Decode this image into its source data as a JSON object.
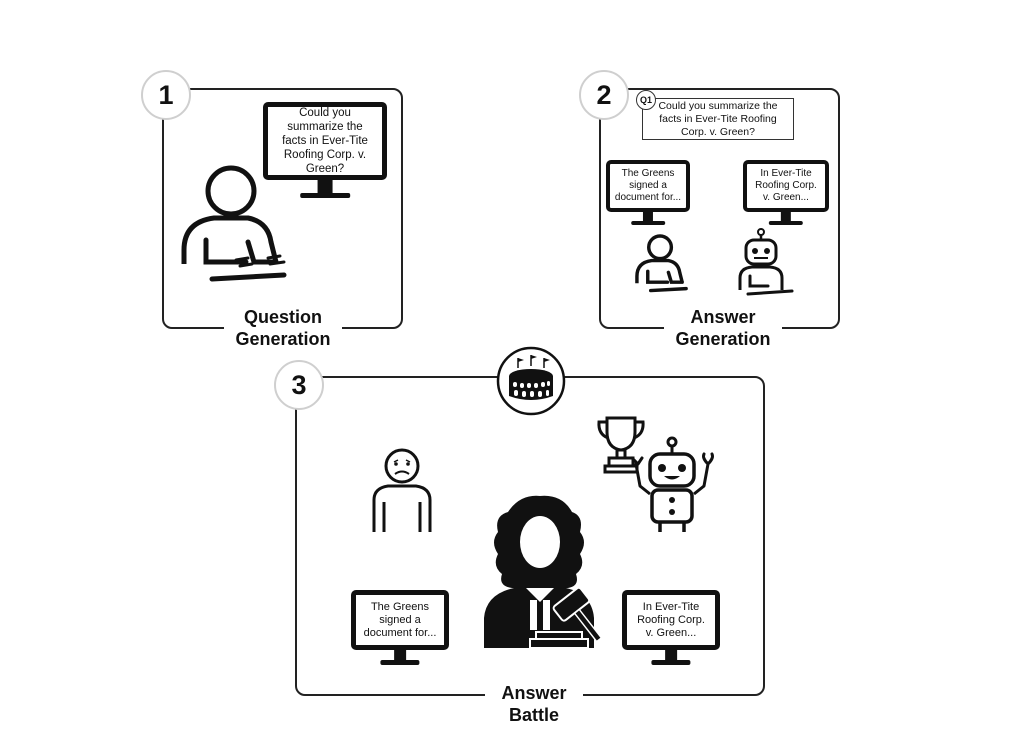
{
  "step1": {
    "number": "1",
    "caption_line1": "Question",
    "caption_line2": "Generation",
    "monitor_text": "Could you summarize the facts in Ever-Tite Roofing Corp. v. Green?",
    "human_icon": "person-typing-icon"
  },
  "step2": {
    "number": "2",
    "caption_line1": "Answer",
    "caption_line2": "Generation",
    "question_tag": "Q1",
    "question_text": "Could you summarize the facts in Ever-Tite Roofing Corp. v. Green?",
    "human_answer": "The Greens signed a document for...",
    "model_answer": "In Ever-Tite Roofing Corp. v. Green...",
    "human_icon": "person-typing-icon",
    "robot_icon": "robot-typing-icon"
  },
  "step3": {
    "number": "3",
    "caption_line1": "Answer",
    "caption_line2": "Battle",
    "human_answer": "The Greens signed a document for...",
    "model_answer": "In Ever-Tite Roofing Corp. v. Green...",
    "arena_icon": "colosseum-icon",
    "judge_icon": "judge-with-gavel-icon",
    "loser_icon": "sad-person-icon",
    "winner_icon": "happy-robot-icon",
    "trophy_icon": "trophy-icon"
  },
  "colors": {
    "ink": "#111111",
    "border": "#222222",
    "badge_border": "#cfcfcf",
    "background": "#ffffff"
  }
}
